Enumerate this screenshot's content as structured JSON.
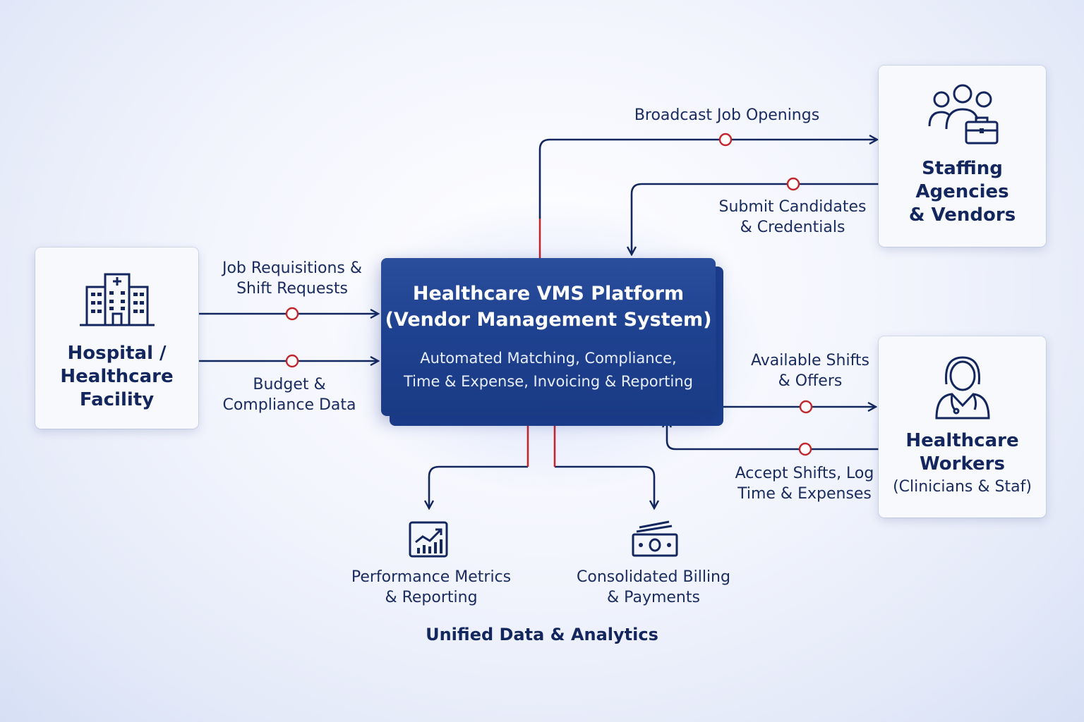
{
  "platform": {
    "title_line1": "Healthcare VMS Platform",
    "title_line2": "(Vendor Management System)",
    "desc_line1": "Automated Matching, Compliance,",
    "desc_line2": "Time & Expense, Invoicing & Reporting"
  },
  "nodes": {
    "hospital": {
      "line1": "Hospital /",
      "line2": "Healthcare",
      "line3": "Facility",
      "icon": "hospital-icon"
    },
    "staffing": {
      "line1": "Staffing",
      "line2": "Agencies",
      "line3": "& Vendors",
      "icon": "people-briefcase-icon"
    },
    "workers": {
      "line1": "Healthcare",
      "line2": "Workers",
      "line3": "(Clinicians & Staf)",
      "icon": "clinician-icon"
    }
  },
  "flows": {
    "job_requisitions": {
      "line1": "Job Requisitions &",
      "line2": "Shift Requests"
    },
    "budget_compliance": {
      "line1": "Budget &",
      "line2": "Compliance Data"
    },
    "broadcast": {
      "line1": "Broadcast Job Openings"
    },
    "submit_candidates": {
      "line1": "Submit Candidates",
      "line2": "& Credentials"
    },
    "available_shifts": {
      "line1": "Available Shifts",
      "line2": "& Offers"
    },
    "accept_shifts": {
      "line1": "Accept Shifts, Log",
      "line2": "Time & Expenses"
    }
  },
  "outputs": {
    "performance": {
      "line1": "Performance Metrics",
      "line2": "& Reporting",
      "icon": "chart-icon"
    },
    "billing": {
      "line1": "Consolidated Billing",
      "line2": "& Payments",
      "icon": "money-icon"
    }
  },
  "footer": {
    "label": "Unified Data & Analytics"
  },
  "colors": {
    "navy": "#13275e",
    "platform": "#1f4290",
    "accent_red": "#c0282d"
  }
}
